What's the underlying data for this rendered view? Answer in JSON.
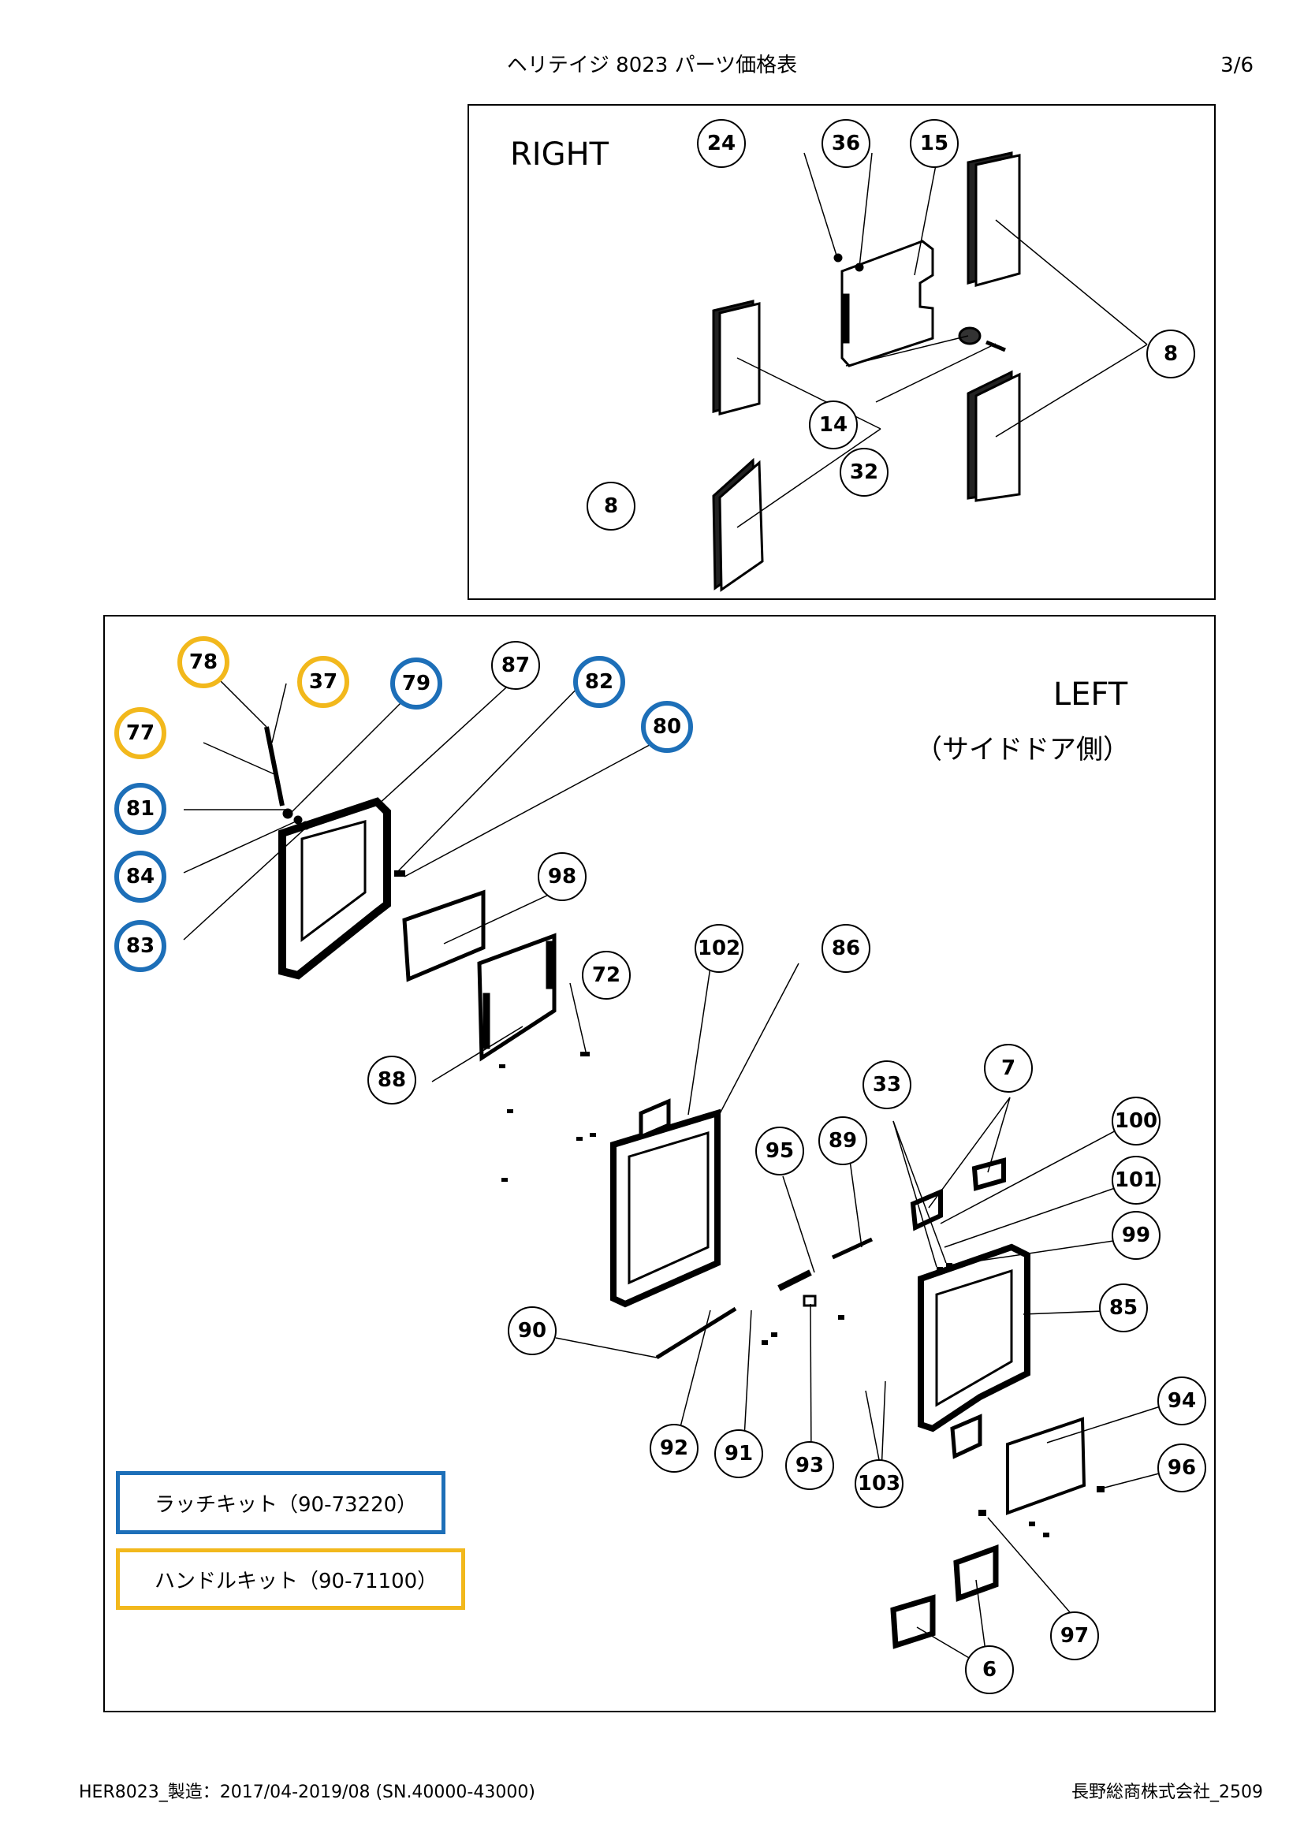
{
  "header": {
    "title": "ヘリテイジ 8023 パーツ価格表",
    "page": "3/6"
  },
  "right_panel": {
    "label": "RIGHT",
    "callouts": [
      "24",
      "36",
      "15",
      "8",
      "14",
      "32",
      "8"
    ]
  },
  "left_panel": {
    "label": "LEFT",
    "sublabel": "（サイドドア側）",
    "callouts": [
      "78",
      "37",
      "79",
      "87",
      "82",
      "77",
      "80",
      "81",
      "84",
      "83",
      "98",
      "72",
      "102",
      "86",
      "88",
      "33",
      "7",
      "95",
      "89",
      "100",
      "101",
      "99",
      "85",
      "90",
      "94",
      "96",
      "92",
      "91",
      "93",
      "103",
      "97",
      "6"
    ]
  },
  "legend": {
    "latch_kit": "ラッチキット（90-73220）",
    "handle_kit": "ハンドルキット（90-71100）",
    "latch_color": "#1d6fb8",
    "handle_color": "#f2b81c"
  },
  "footer": {
    "left": "HER8023_製造：2017/04-2019/08 (SN.40000-43000)",
    "right": "長野総商株式会社_2509"
  }
}
